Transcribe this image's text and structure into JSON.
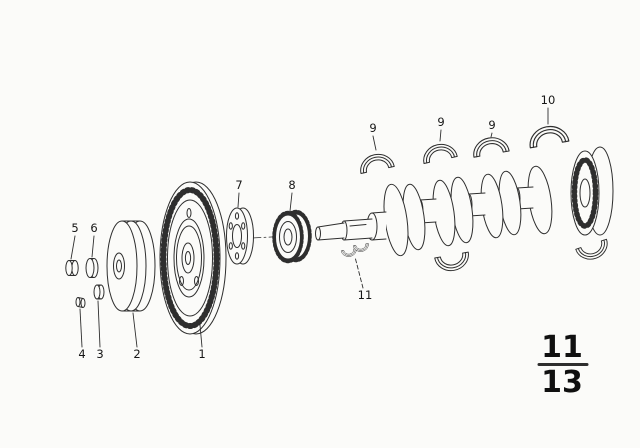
{
  "figure": {
    "colors": {
      "background": "#fbfbf9",
      "ink": "#2e2e2e",
      "label_text": "#161616"
    },
    "callouts": [
      {
        "label": "1"
      },
      {
        "label": "2"
      },
      {
        "label": "3"
      },
      {
        "label": "4"
      },
      {
        "label": "5"
      },
      {
        "label": "6"
      },
      {
        "label": "7"
      },
      {
        "label": "8"
      },
      {
        "label": "9"
      },
      {
        "label": "9"
      },
      {
        "label": "9"
      },
      {
        "label": "10"
      },
      {
        "label": "11"
      }
    ],
    "page_ref": {
      "numerator": "11",
      "denominator": "13"
    }
  }
}
